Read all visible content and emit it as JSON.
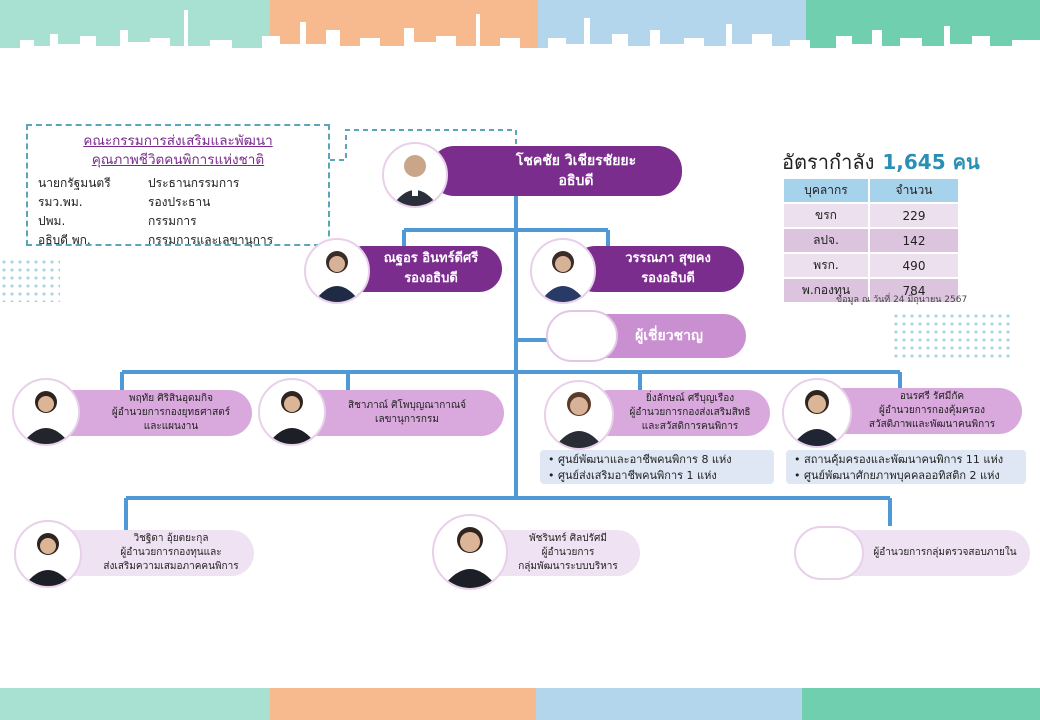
{
  "header_colors": [
    "#a8e0d1",
    "#f7b98e",
    "#b4d6ec",
    "#6fcfae"
  ],
  "committee": {
    "title_1": "คณะกรรมการส่งเสริมและพัฒนา",
    "title_2": "คุณภาพชีวิตคนพิการแห่งชาติ",
    "rows": [
      {
        "role": "นายกรัฐมนตรี",
        "position": "ประธานกรรมการ"
      },
      {
        "role": "รมว.พม.",
        "position": "รองประธาน"
      },
      {
        "role": "ปพม.",
        "position": "กรรมการ"
      },
      {
        "role": "อธิบดี พก.",
        "position": "กรรมการและเลขานุการ"
      }
    ]
  },
  "director": {
    "name": "โชคชัย วิเชียรชัยยะ",
    "title": "อธิบดี"
  },
  "deputy_1": {
    "name": "ณฐอร อินทร์ดีศรี",
    "title": "รองอธิบดี"
  },
  "deputy_2": {
    "name": "วรรณภา สุขคง",
    "title": "รองอธิบดี"
  },
  "expert": {
    "title": "ผู้เชี่ยวชาญ"
  },
  "stats": {
    "label": "อัตรากำลัง",
    "total": "1,645 คน",
    "headers": [
      "บุคลากร",
      "จำนวน"
    ],
    "rows": [
      {
        "k": "ขรก",
        "v": "229"
      },
      {
        "k": "ลปจ.",
        "v": "142"
      },
      {
        "k": "พรก.",
        "v": "490"
      },
      {
        "k": "พ.กองทุน",
        "v": "784"
      }
    ],
    "note": "ข้อมูล ณ วันที่ 24 มิถุนายน 2567"
  },
  "row3": [
    {
      "name": "พฤทัย ศิริสินอุดมกิจ",
      "l1": "ผู้อำนวยการกองยุทธศาสตร์",
      "l2": "และแผนงาน"
    },
    {
      "name": "สิชาภาณ์ ศิโพบุญณากาณจ์",
      "l1": "เลขานุการกรม",
      "l2": ""
    },
    {
      "name": "ยิ่งลักษณ์  ศรีบุญเรือง",
      "l1": "ผู้อำนวยการกองส่งเสริมสิทธิ",
      "l2": "และสวัสดิการคนพิการ"
    },
    {
      "name": "อนรศรี รัศมีกัค",
      "l1": "ผู้อำนวยการกองคุ้มครอง",
      "l2": "สวัสดิภาพและพัฒนาคนพิการ"
    }
  ],
  "bullets_1": [
    "ศูนย์พัฒนาและอาชีพคนพิการ 8 แห่ง",
    "ศูนย์ส่งเสริมอาชีพคนพิการ 1 แห่ง"
  ],
  "bullets_2": [
    "สถานคุ้มครองและพัฒนาคนพิการ 11 แห่ง",
    "ศูนย์พัฒนาศักยภาพบุคคลออทิสติก 2 แห่ง"
  ],
  "row4": [
    {
      "name": "วิชฐิดา อุ้ยตยะกุล",
      "l1": "ผู้อำนวยการกองทุนและ",
      "l2": "ส่งเสริมความเสมอภาคคนพิการ"
    },
    {
      "name": "พัชรินทร์  ศิลปรัศมี",
      "l1": "ผู้อำนวยการ",
      "l2": "กลุ่มพัฒนาระบบบริหาร"
    },
    {
      "name": "",
      "l1": "ผู้อำนวยการกลุ่มตรวจสอบภายใน",
      "l2": ""
    }
  ],
  "footer_colors": [
    "#a8e0d1",
    "#f7b98e",
    "#b4d6ec",
    "#6fcfae"
  ]
}
